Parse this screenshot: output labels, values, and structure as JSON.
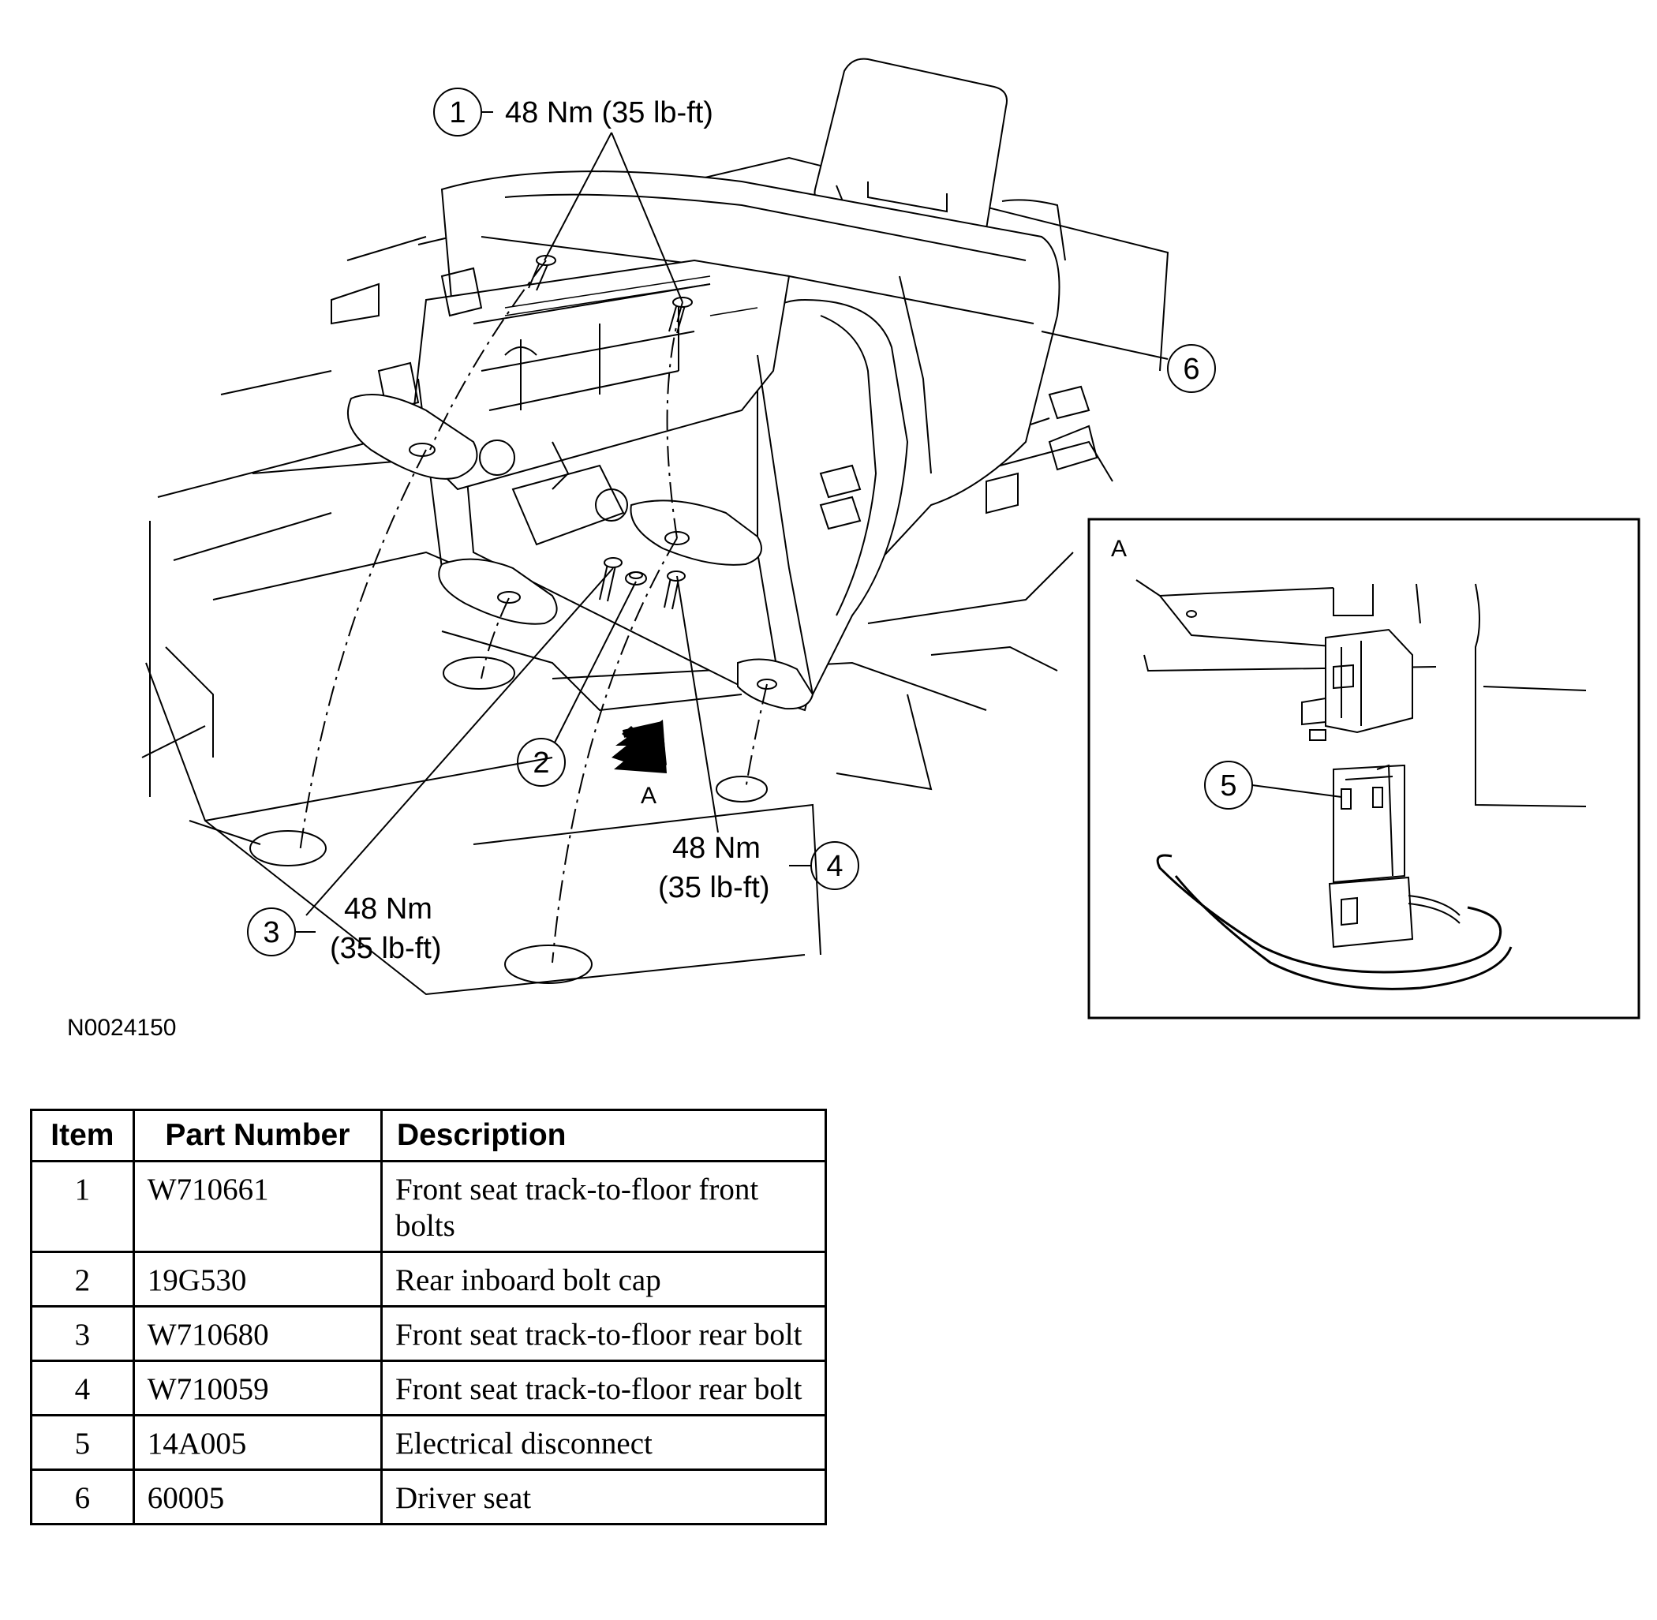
{
  "figure": {
    "code": "N0024150",
    "callouts": [
      {
        "num": "1",
        "torque_nm": "48 Nm (35 lb-ft)"
      },
      {
        "num": "2"
      },
      {
        "num": "3",
        "torque_nm": "48 Nm",
        "torque_lbft": "(35 lb-ft)"
      },
      {
        "num": "4",
        "torque_nm": "48 Nm",
        "torque_lbft": "(35 lb-ft)"
      },
      {
        "num": "5"
      },
      {
        "num": "6"
      }
    ],
    "view_arrow_label": "A",
    "detail_view_label": "A"
  },
  "table": {
    "headers": {
      "item": "Item",
      "part_number": "Part Number",
      "description": "Description"
    },
    "rows": [
      {
        "item": "1",
        "part_number": "W710661",
        "description": "Front seat track-to-floor front bolts"
      },
      {
        "item": "2",
        "part_number": "19G530",
        "description": "Rear inboard bolt cap"
      },
      {
        "item": "3",
        "part_number": "W710680",
        "description": "Front seat track-to-floor rear bolt"
      },
      {
        "item": "4",
        "part_number": "W710059",
        "description": "Front seat track-to-floor rear bolt"
      },
      {
        "item": "5",
        "part_number": "14A005",
        "description": "Electrical disconnect"
      },
      {
        "item": "6",
        "part_number": "60005",
        "description": "Driver seat"
      }
    ]
  }
}
